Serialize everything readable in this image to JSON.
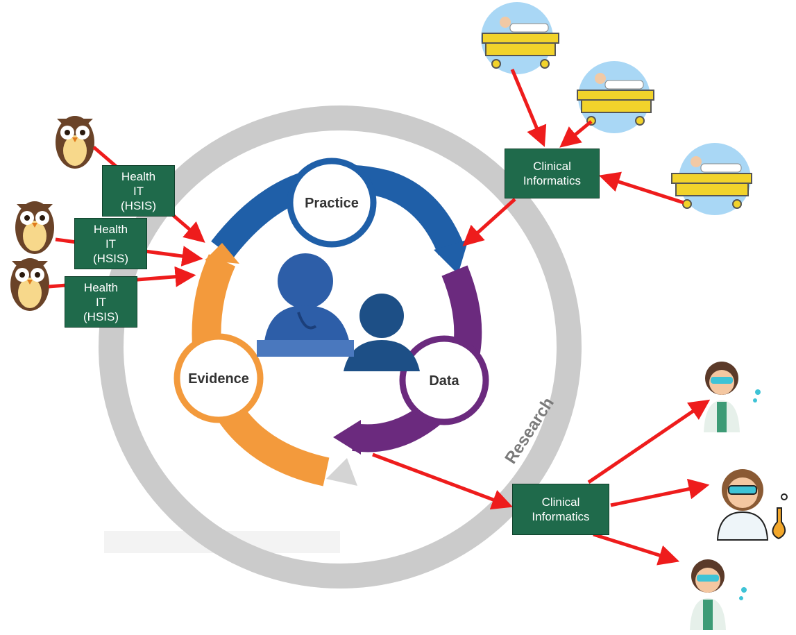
{
  "cycle": {
    "practice_label": "Practice",
    "data_label": "Data",
    "evidence_label": "Evidence",
    "research_label": "Research"
  },
  "boxes": {
    "health_it_1": "Health\nIT\n(HSIS)",
    "health_it_2": "Health\nIT\n(HSIS)",
    "health_it_3": "Health\nIT\n(HSIS)",
    "clinical_informatics_top": "Clinical\nInformatics",
    "clinical_informatics_bottom": "Clinical\nInformatics"
  },
  "colors": {
    "practice": "#1f5fa8",
    "data": "#6b2a7e",
    "evidence": "#f39a3c",
    "research_ring": "#c9c9c9",
    "box": "#1f6a4b",
    "arrow": "#ee1c1c",
    "people": "#2d5ea8"
  },
  "icons": [
    "owl-icon",
    "hospital-bed-patient-icon",
    "scientist-icon"
  ]
}
